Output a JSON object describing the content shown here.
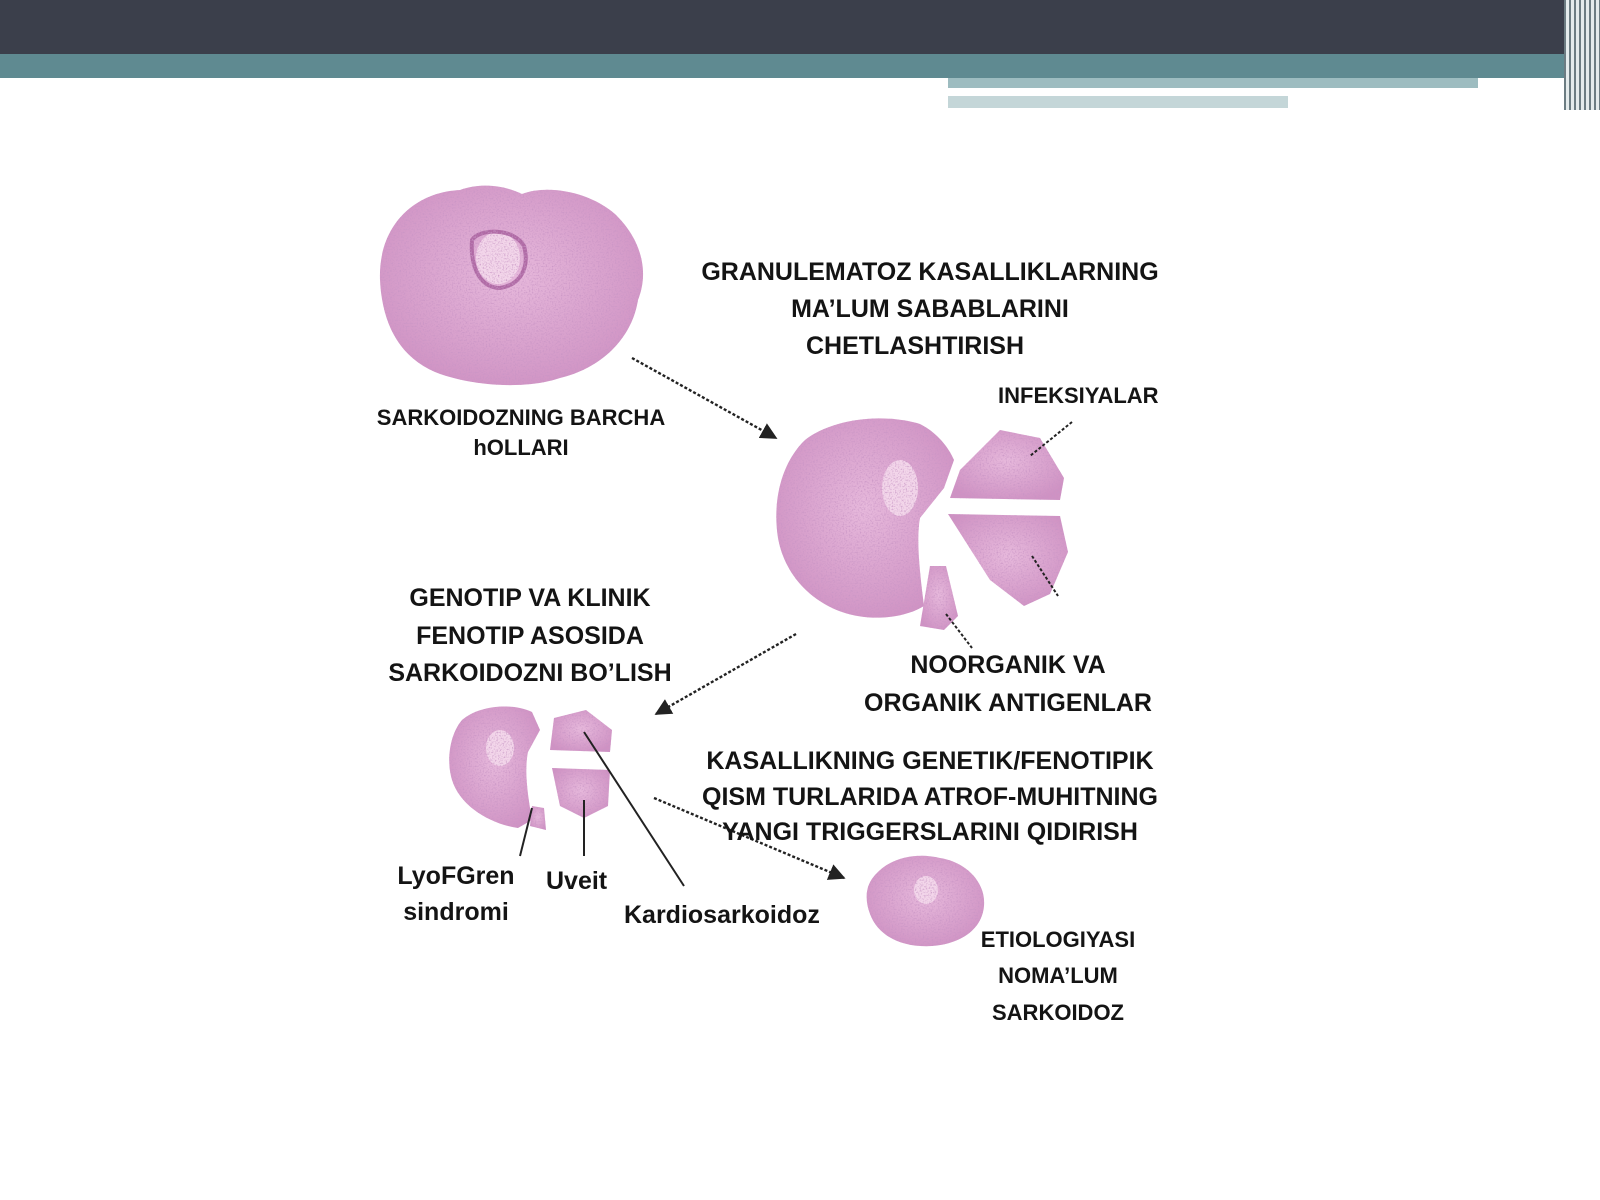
{
  "colors": {
    "header_dark": "#3b3f4b",
    "header_teal": "#5f8a91",
    "tissue_pink": "#d9a0cc",
    "tissue_dark": "#9b5a94",
    "arrow": "#222222"
  },
  "labels": {
    "all_cases": [
      "SARKOIDOZNING BARCHA",
      "hOLLARI"
    ],
    "exclusion": [
      "GRANULEMATOZ KASALLIKLARNING",
      "MA’LUM SABABLARINI",
      "CHETLASHTIRISH"
    ],
    "infections": "INFEKSIYALAR",
    "antigens": [
      "NOORGANIK VA",
      "ORGANIK ANTIGENLAR"
    ],
    "splitting": [
      "GENOTIP VA KLINIK",
      "FENOTIP ASOSIDA",
      "SARKOIDOZNI BO’LISH"
    ],
    "search": [
      "KASALLIKNING GENETIK/FENOTIPIK",
      "QISM TURLARIDA ATROF-MUHITNING",
      "YANGI TRIGGERSLARINI QIDIRISH"
    ],
    "lofgren": [
      "LyoFGren",
      "sindromi"
    ],
    "uveitis": "Uveit",
    "cardiac": "Kardiosarkoidoz",
    "unknown": [
      "ETIOLOGIYASI",
      "NOMA’LUM",
      "SARKOIDOZ"
    ]
  },
  "icons": {
    "granuloma_full": "granuloma-tissue-icon",
    "granuloma_split": "fragmented-granuloma-icon",
    "granuloma_subtypes": "subtype-granuloma-icon",
    "granuloma_small": "small-granuloma-icon"
  }
}
